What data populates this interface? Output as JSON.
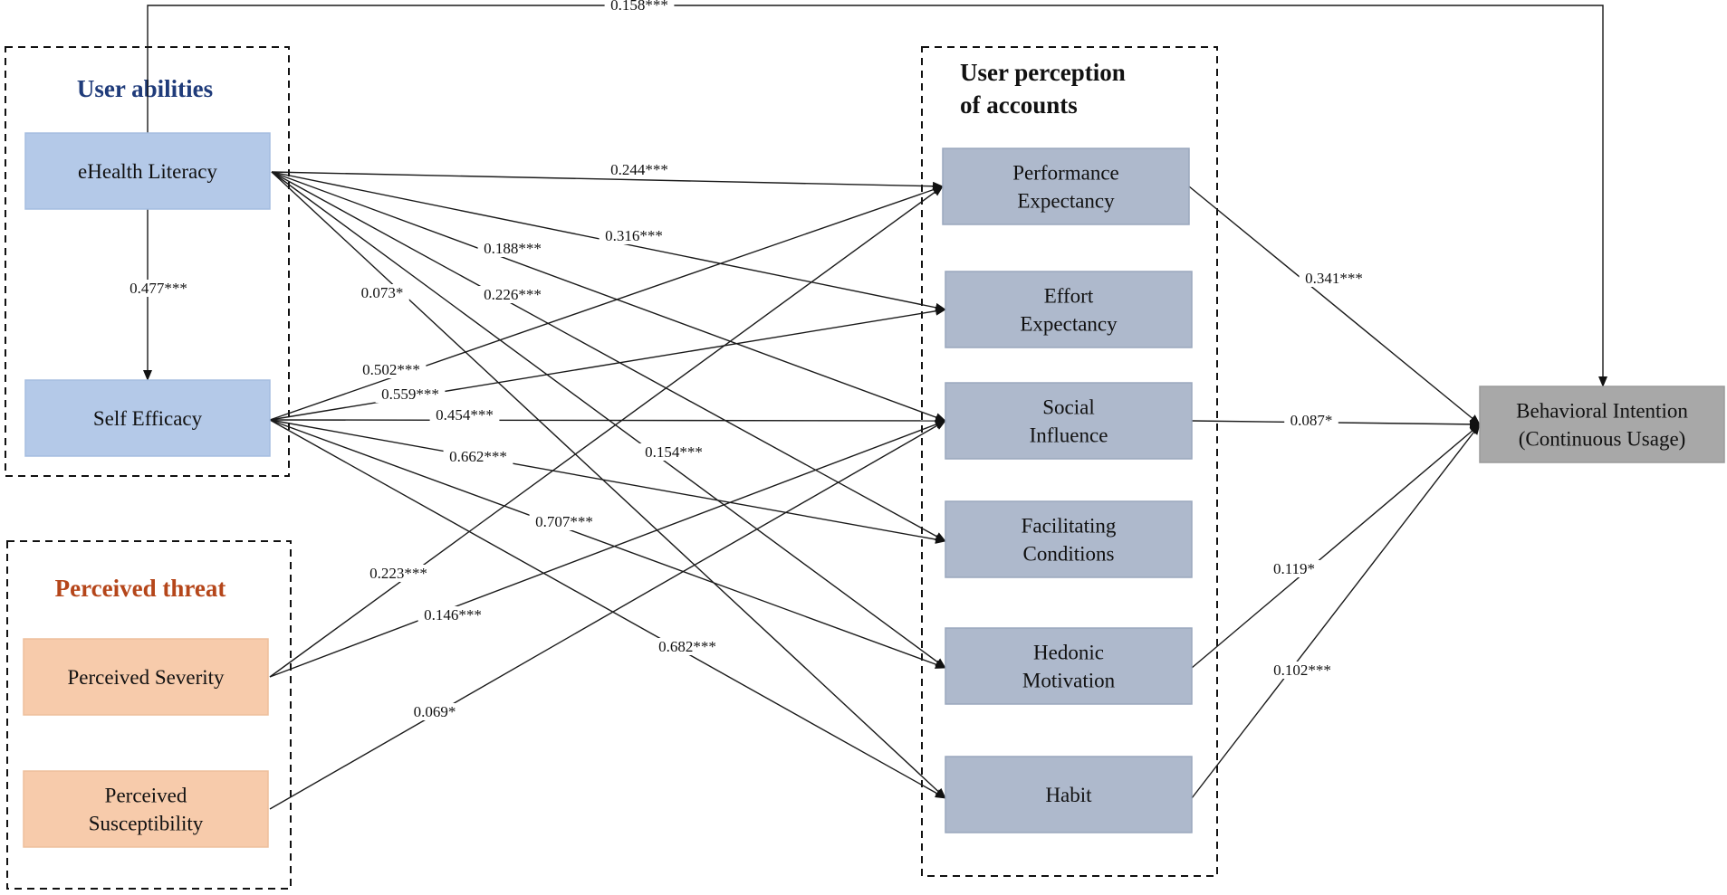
{
  "groups": [
    {
      "id": "abilities",
      "title_lines": [
        "User abilities"
      ],
      "title_color": "#1f3b7a"
    },
    {
      "id": "threat",
      "title_lines": [
        "Perceived threat"
      ],
      "title_color": "#b5461a"
    },
    {
      "id": "perception",
      "title_lines": [
        "User perception",
        "of accounts"
      ],
      "title_color": "#111111"
    }
  ],
  "colors": {
    "abilities_fill": "#b4c9e8",
    "abilities_stroke": "#a5bde0",
    "threat_fill": "#f7cbab",
    "threat_stroke": "#eebf9c",
    "perception_fill": "#aeb9cc",
    "perception_stroke": "#9aa7bd",
    "outcome_fill": "#a8a8a8",
    "outcome_stroke": "#9a9a9a"
  },
  "nodes": [
    {
      "id": "ehl",
      "group": "abilities",
      "lines": [
        "eHealth Literacy"
      ]
    },
    {
      "id": "se",
      "group": "abilities",
      "lines": [
        "Self  Efficacy"
      ]
    },
    {
      "id": "ps",
      "group": "threat",
      "lines": [
        "Perceived Severity"
      ]
    },
    {
      "id": "psu",
      "group": "threat",
      "lines": [
        "Perceived",
        "Susceptibility"
      ]
    },
    {
      "id": "pe",
      "group": "perception",
      "lines": [
        "Performance",
        "Expectancy"
      ]
    },
    {
      "id": "ee",
      "group": "perception",
      "lines": [
        "Effort",
        "Expectancy"
      ]
    },
    {
      "id": "si",
      "group": "perception",
      "lines": [
        "Social",
        "Influence"
      ]
    },
    {
      "id": "fc",
      "group": "perception",
      "lines": [
        "Facilitating",
        "Conditions"
      ]
    },
    {
      "id": "hm",
      "group": "perception",
      "lines": [
        "Hedonic",
        "Motivation"
      ]
    },
    {
      "id": "hab",
      "group": "perception",
      "lines": [
        "Habit"
      ]
    },
    {
      "id": "bi",
      "group": "outcome",
      "lines": [
        "Behavioral Intention",
        "(Continuous Usage)"
      ]
    }
  ],
  "edges": [
    {
      "from": "ehl",
      "to": "bi",
      "label": "0.158***"
    },
    {
      "from": "ehl",
      "to": "se",
      "label": "0.477***"
    },
    {
      "from": "ehl",
      "to": "pe",
      "label": "0.244***"
    },
    {
      "from": "ehl",
      "to": "ee",
      "label": "0.316***"
    },
    {
      "from": "ehl",
      "to": "si",
      "label": "0.188***"
    },
    {
      "from": "ehl",
      "to": "fc",
      "label": "0.226***"
    },
    {
      "from": "ehl",
      "to": "hab",
      "label": "0.073*"
    },
    {
      "from": "se",
      "to": "pe",
      "label": "0.502***"
    },
    {
      "from": "se",
      "to": "ee",
      "label": "0.559***"
    },
    {
      "from": "se",
      "to": "si",
      "label": "0.454***"
    },
    {
      "from": "se",
      "to": "fc",
      "label": "0.662***"
    },
    {
      "from": "se",
      "to": "hm",
      "label": "0.707***"
    },
    {
      "from": "se",
      "to": "hab",
      "label": "0.682***"
    },
    {
      "from": "ehl",
      "to": "hm",
      "label": "0.154***"
    },
    {
      "from": "ps",
      "to": "pe",
      "label": "0.223***"
    },
    {
      "from": "ps",
      "to": "si",
      "label": "0.146***"
    },
    {
      "from": "psu",
      "to": "si",
      "label": "0.069*"
    },
    {
      "from": "pe",
      "to": "bi",
      "label": "0.341***"
    },
    {
      "from": "si",
      "to": "bi",
      "label": "0.087*"
    },
    {
      "from": "hm",
      "to": "bi",
      "label": "0.119*"
    },
    {
      "from": "hab",
      "to": "bi",
      "label": "0.102***"
    }
  ]
}
